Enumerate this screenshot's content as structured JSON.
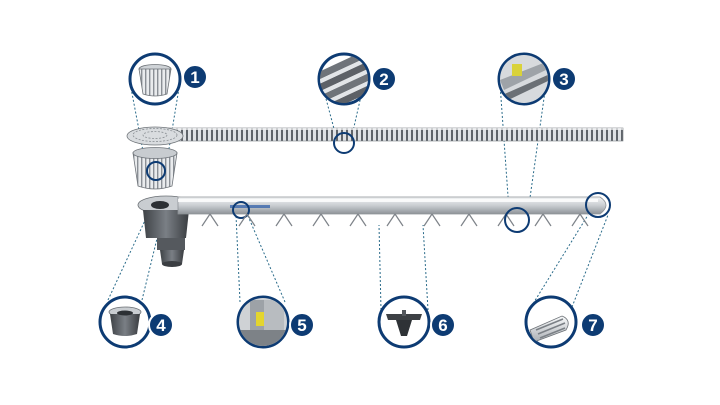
{
  "colors": {
    "badge_fill": "#0d3b73",
    "badge_stroke": "#ffffff",
    "leader_line": "#2a6b8a",
    "ring": "#0d3b73",
    "metal_light": "#e6e8ea",
    "metal_mid": "#b9bdc2",
    "metal_dark": "#6f747a",
    "body_dark": "#4a4e53"
  },
  "callouts": [
    {
      "number": "1",
      "part_icon": "basket-strainer-icon"
    },
    {
      "number": "2",
      "part_icon": "slot-grate-icon"
    },
    {
      "number": "3",
      "part_icon": "channel-end-icon"
    },
    {
      "number": "4",
      "part_icon": "gully-outlet-icon"
    },
    {
      "number": "5",
      "part_icon": "channel-joint-icon"
    },
    {
      "number": "6",
      "part_icon": "height-adjuster-foot-icon"
    },
    {
      "number": "7",
      "part_icon": "end-cap-icon"
    }
  ]
}
